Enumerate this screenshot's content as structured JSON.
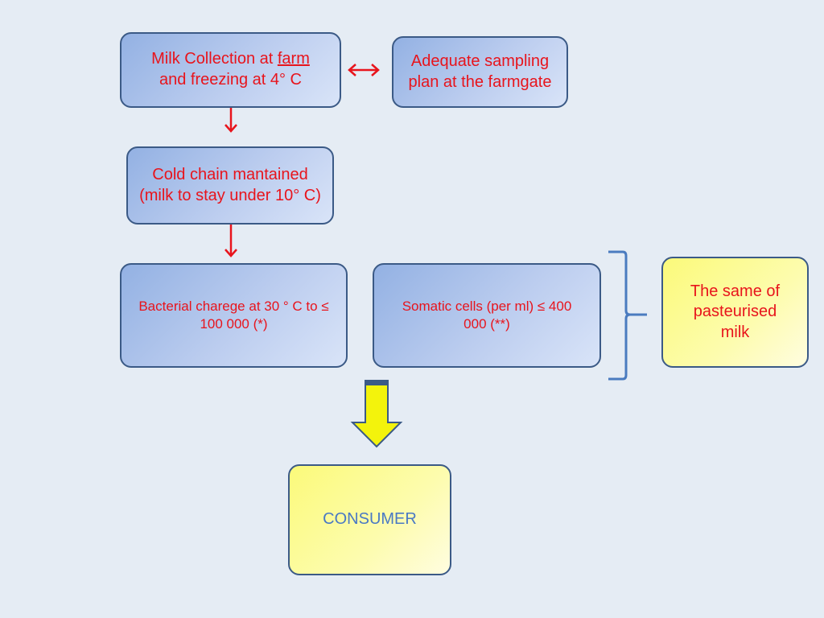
{
  "boxes": {
    "milk_collection": {
      "line1": "Milk Collection at ",
      "underlined": "farm",
      "line2": "and freezing at 4° C"
    },
    "sampling_plan": {
      "text": "Adequate sampling plan at the farmgate"
    },
    "cold_chain": {
      "text": "Cold chain mantained (milk to stay under 10° C)"
    },
    "bacterial_charge": {
      "text": "Bacterial charege at 30 ° C to ≤ 100 000 (*)"
    },
    "somatic_cells": {
      "text": "Somatic cells (per ml) ≤ 400 000 (**)"
    },
    "same_of_pasteurised": {
      "text": "The same of pasteurised milk"
    },
    "consumer": {
      "text": "CONSUMER"
    }
  },
  "colors": {
    "text_red": "#e8141c",
    "consumer_text": "#4a79c4",
    "box_border": "#3b5a86",
    "arrow_red": "#e8141c",
    "brace_blue": "#4a7bbf",
    "big_arrow_fill": "#f3f30c",
    "background": "#e5ecf4"
  },
  "icons": {
    "double_arrow": "double-headed-arrow-icon",
    "down_arrow": "down-arrow-icon",
    "brace": "right-brace-icon",
    "block_arrow": "block-down-arrow-icon"
  }
}
